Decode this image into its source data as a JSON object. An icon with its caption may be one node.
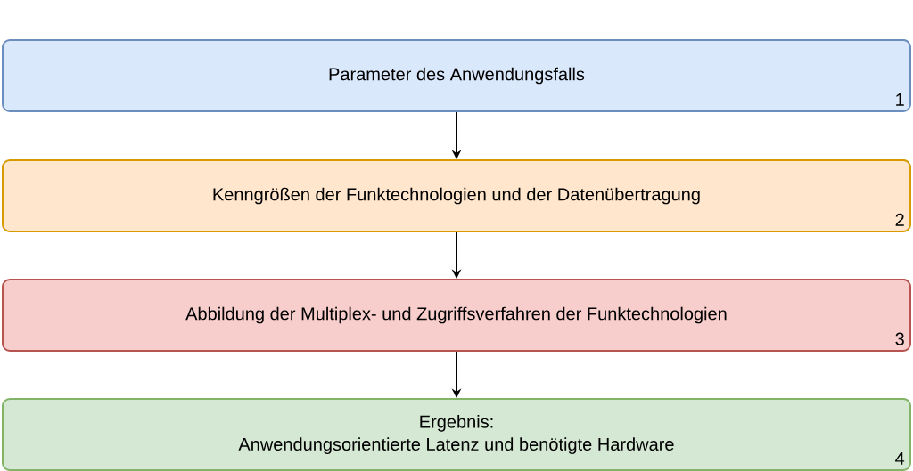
{
  "diagram": {
    "nodes": [
      {
        "text": [
          "Parameter des Anwendungsfalls",
          "1"
        ]
      },
      {
        "text": [
          "Kenngrößen der Funktechnologien und der Datenübertragung",
          "2"
        ]
      },
      {
        "text": [
          "Abbildung der Multiplex- und Zugriffsverfahren der Funktechnologien",
          "3"
        ]
      },
      {
        "text": [
          "Ergebnis:",
          "Anwendungsorientierte Latenz und benötigte Hardware",
          "4"
        ]
      }
    ],
    "edges": [
      {
        "from": 0,
        "to": 1,
        "arrow": "to"
      },
      {
        "from": 1,
        "to": 2,
        "arrow": "to"
      },
      {
        "from": 2,
        "to": 3,
        "arrow": "to"
      }
    ]
  }
}
